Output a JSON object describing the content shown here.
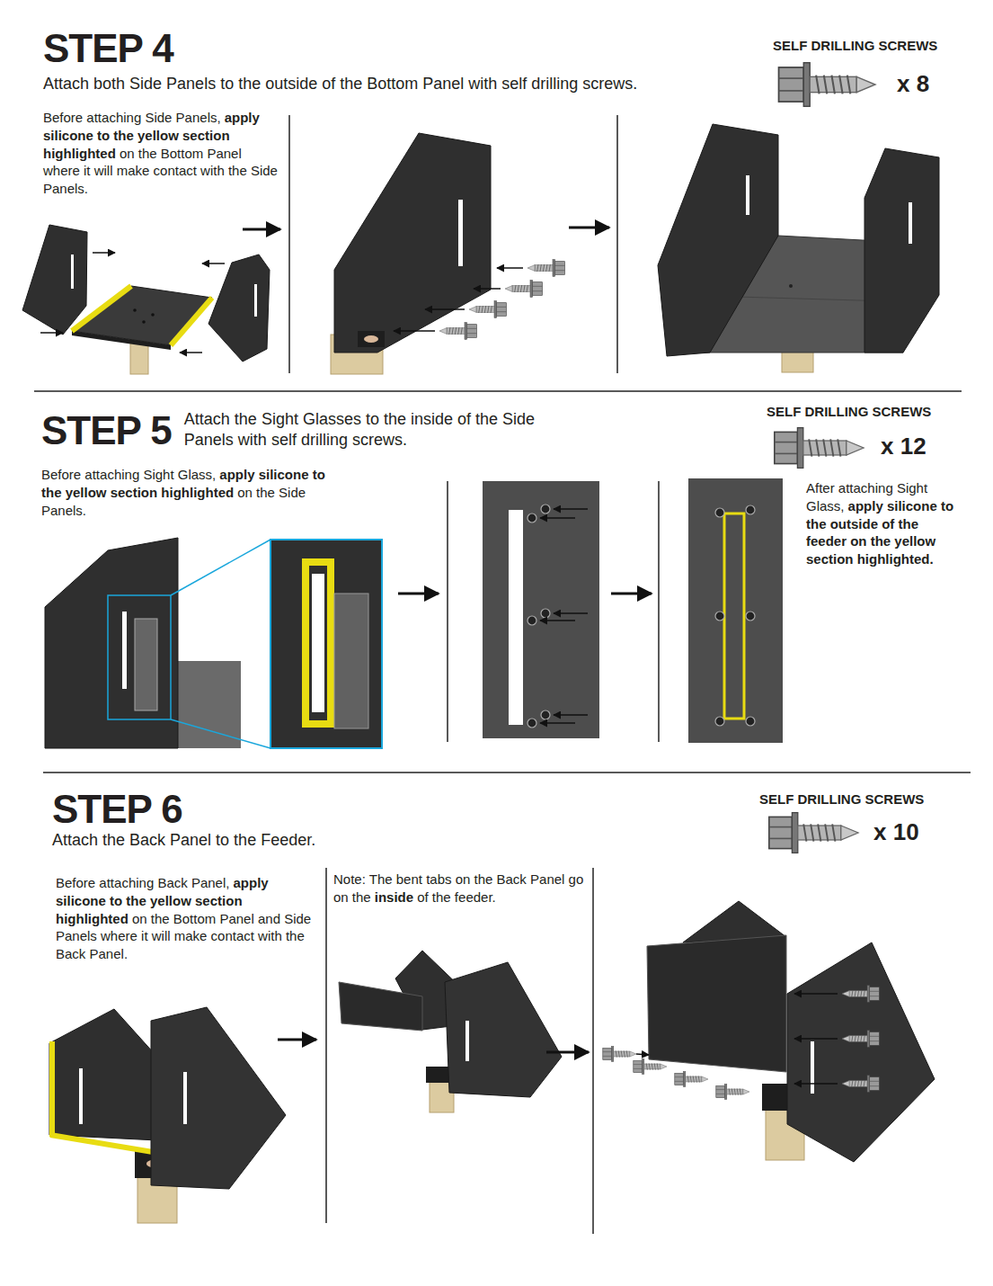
{
  "diagram": {
    "nodes": [
      {
        "text": [
          "STEP 4",
          "Attach both Side Panels to the outside of the Bottom Panel with self drilling screws.",
          "SELF DRILLING SCREWS",
          "x 8",
          "Before attaching Side Panels,",
          "apply silicone to the yellow section highlighted",
          "on the Bottom Panel where it will make contact with the Side Panels."
        ]
      },
      {
        "text": [
          "STEP 5",
          "Attach the Sight Glasses to the inside of the Side Panels with self drilling screws.",
          "SELF DRILLING SCREWS",
          "x 12",
          "Before attaching Sight Glass,",
          "apply silicone to the yellow section highlighted",
          "on the Side Panels.",
          "After attaching Sight Glass,",
          "apply silicone to the outside of the feeder on the yellow section highlighted."
        ]
      },
      {
        "text": [
          "STEP 6",
          "Attach the Back Panel to the Feeder.",
          "SELF DRILLING SCREWS",
          "x 10",
          "Before attaching Back Panel,",
          "apply silicone to the yellow section highlighted",
          "on the Bottom Panel and Side Panels where it will make contact with the Back Panel.",
          "Note: The bent tabs on the Back Panel go on the",
          "inside",
          "of the feeder."
        ]
      }
    ]
  }
}
